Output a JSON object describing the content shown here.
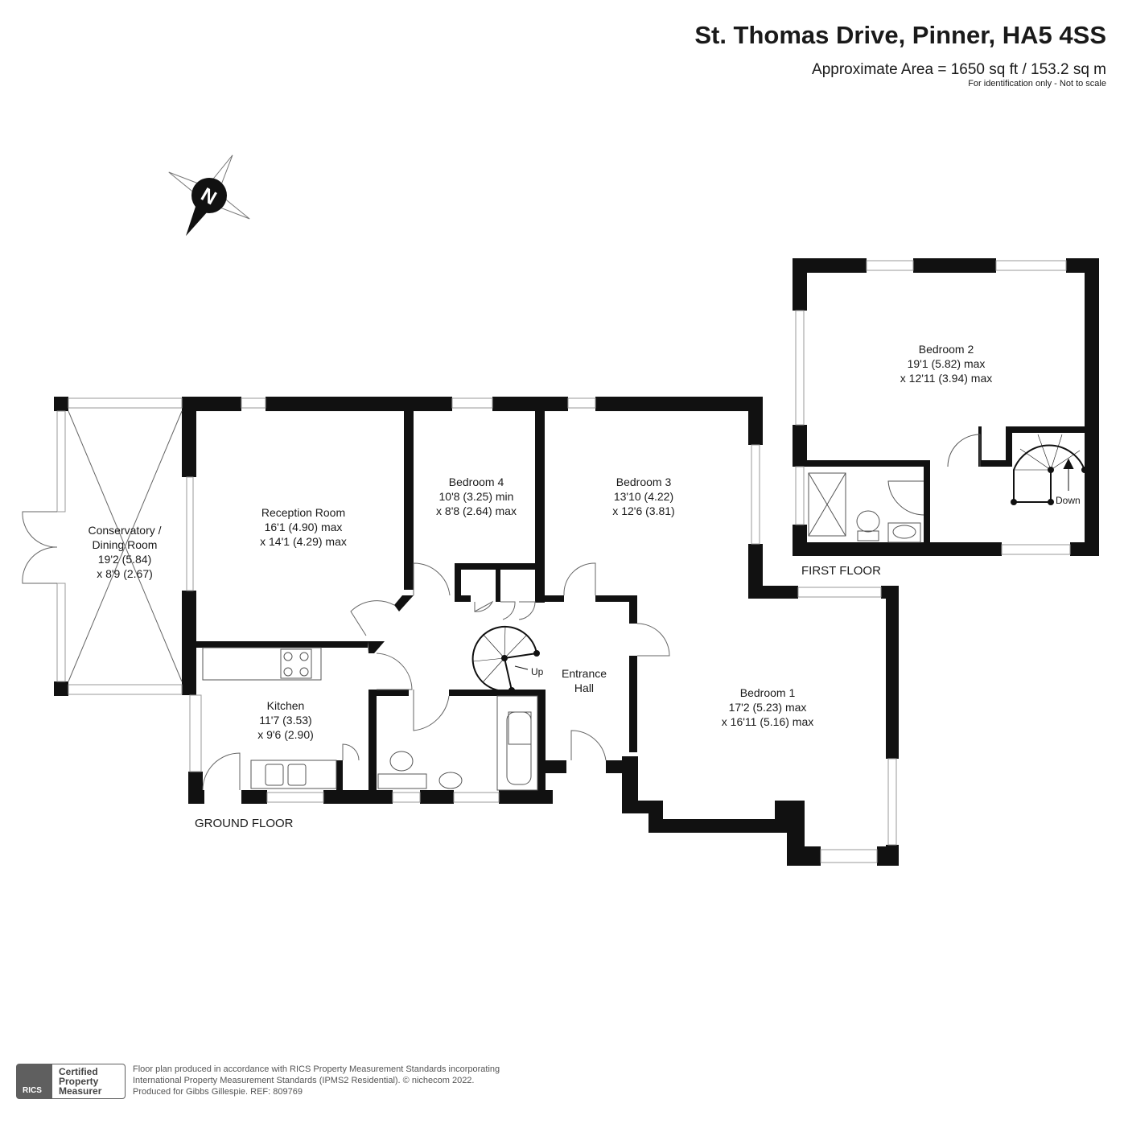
{
  "header": {
    "title": "St. Thomas Drive, Pinner, HA5 4SS",
    "area": "Approximate Area = 1650 sq ft / 153.2 sq m",
    "note": "For identification only - Not to scale"
  },
  "compass": {
    "icon": "compass-north-icon",
    "letter": "N"
  },
  "rooms": {
    "conservatory": [
      "Conservatory /",
      "Dining Room",
      "19'2 (5.84)",
      "x 8'9 (2.67)"
    ],
    "reception": [
      "Reception Room",
      "16'1 (4.90) max",
      "x 14'1 (4.29) max"
    ],
    "bedroom4": [
      "Bedroom 4",
      "10'8 (3.25) min",
      "x 8'8 (2.64) max"
    ],
    "bedroom3": [
      "Bedroom 3",
      "13'10 (4.22)",
      "x 12'6 (3.81)"
    ],
    "bedroom2": [
      "Bedroom 2",
      "19'1 (5.82) max",
      "x 12'11 (3.94) max"
    ],
    "bedroom1": [
      "Bedroom 1",
      "17'2 (5.23) max",
      "x 16'11 (5.16) max"
    ],
    "kitchen": [
      "Kitchen",
      "11'7 (3.53)",
      "x 9'6 (2.90)"
    ],
    "hall": [
      "Entrance",
      "Hall"
    ]
  },
  "labels": {
    "up": "Up",
    "down": "Down",
    "ground_floor": "GROUND FLOOR",
    "first_floor": "FIRST FLOOR"
  },
  "footer": {
    "rics_logo": "RICS",
    "rics_cert": [
      "Certified",
      "Property",
      "Measurer"
    ],
    "lines": [
      "Floor plan produced in accordance with RICS Property Measurement Standards incorporating",
      "International Property Measurement Standards (IPMS2 Residential).   © nichecom 2022.",
      "Produced for Gibbs Gillespie.   REF: 809769"
    ]
  },
  "colors": {
    "wall": "#111111",
    "window": "#9a9a9a",
    "fixture": "#555555",
    "text": "#1a1a1a"
  }
}
